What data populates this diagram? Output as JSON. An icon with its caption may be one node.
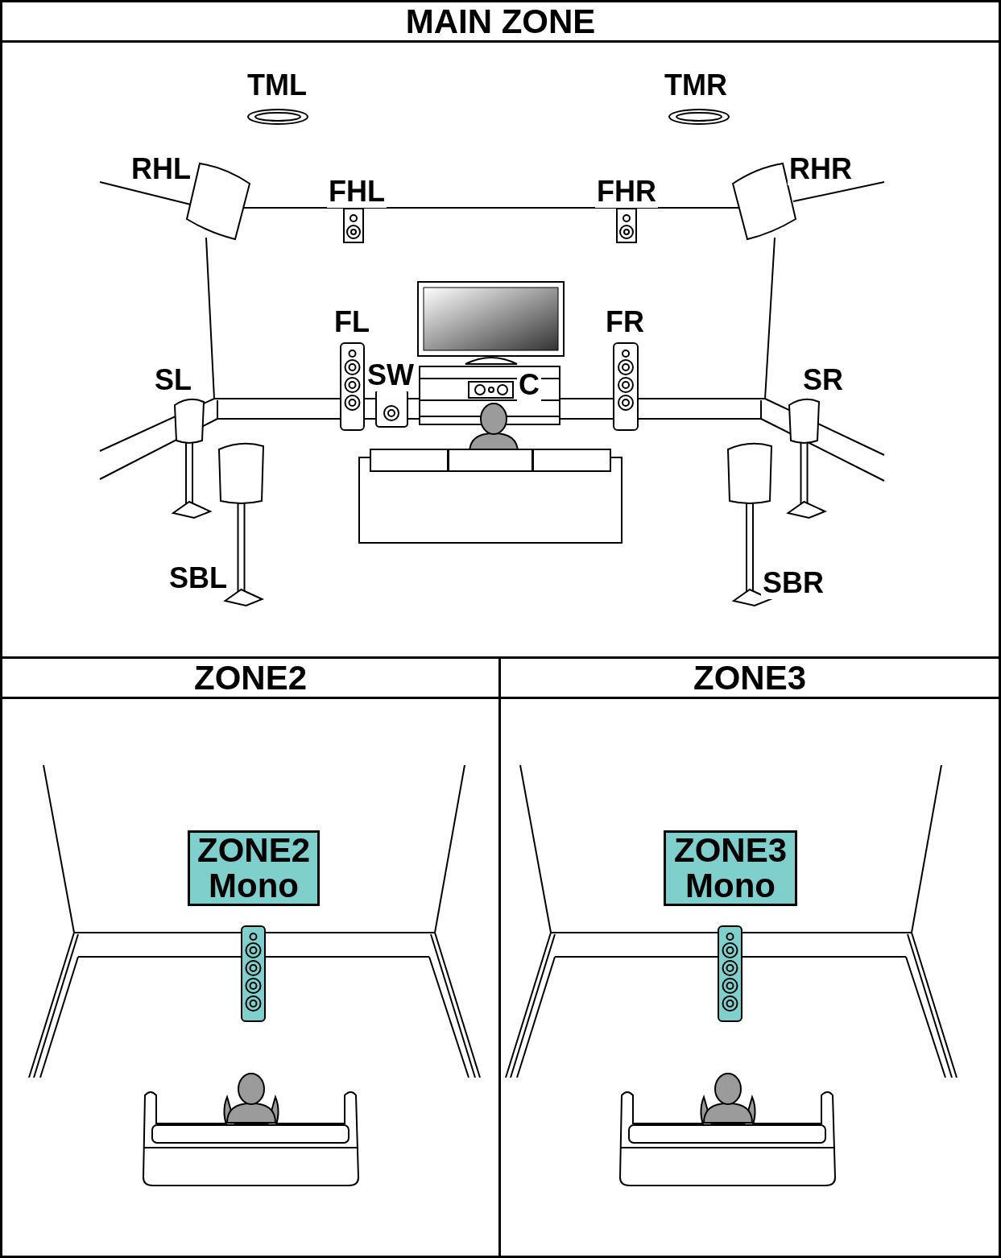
{
  "diagram": {
    "nodes": [
      {
        "text": [
          "MAIN ZONE"
        ]
      },
      {
        "text": [
          "ZONE2"
        ]
      },
      {
        "text": [
          "ZONE3"
        ]
      },
      {
        "text": [
          "ZONE2 Mono"
        ],
        "in": 1
      },
      {
        "text": [
          "ZONE3 Mono"
        ],
        "in": 2
      }
    ],
    "labels": [
      "TML",
      "TMR",
      "RHL",
      "FHL",
      "FHR",
      "RHR",
      "FL",
      "FR",
      "SL",
      "SW",
      "C",
      "SR",
      "SBL",
      "SBR"
    ]
  }
}
